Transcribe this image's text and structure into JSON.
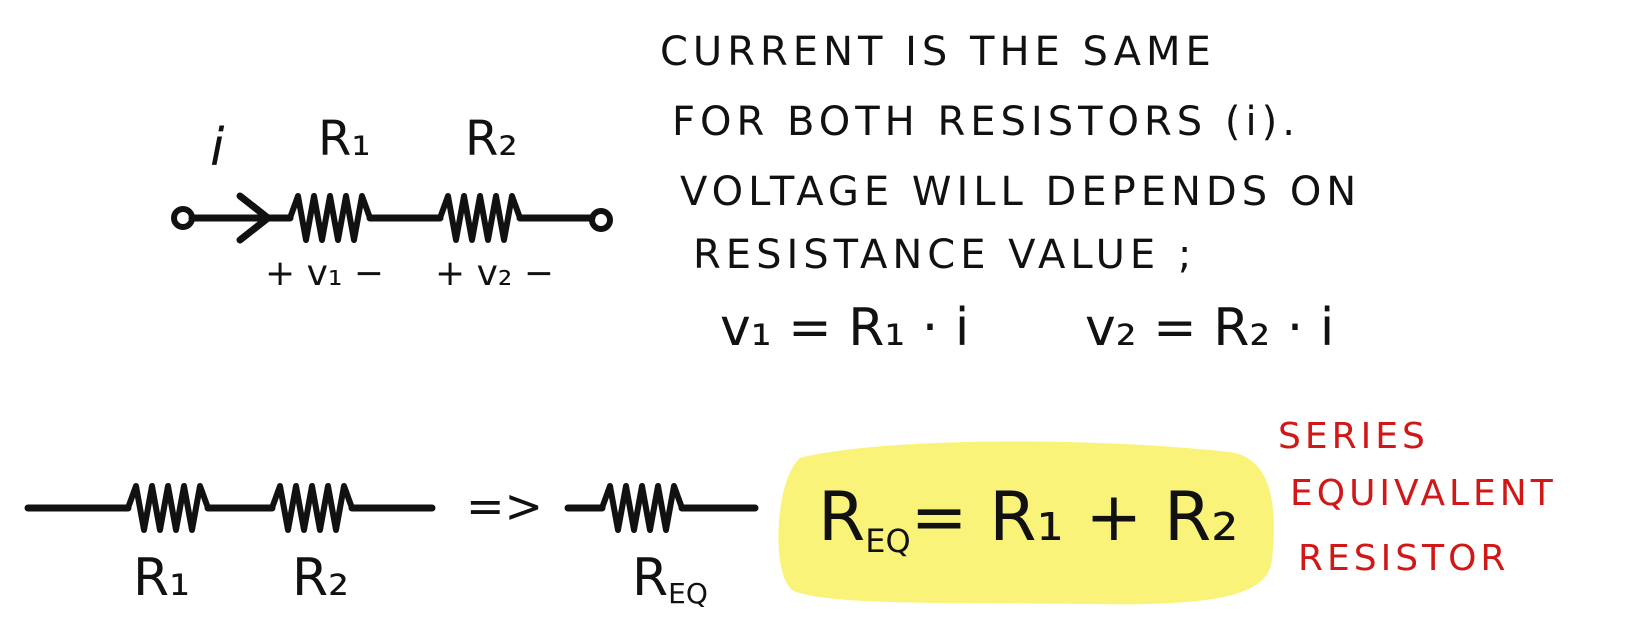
{
  "notes": {
    "line1": "CURRENT IS THE SAME",
    "line2": "FOR BOTH RESISTORS (i).",
    "line3": "VOLTAGE WILL DEPENDS ON",
    "line4": "RESISTANCE VALUE ;",
    "eq1": "v₁ = R₁ · i",
    "eq2": "v₂ = R₂ · i"
  },
  "circuit_top": {
    "current_label": "i",
    "r1_label": "R₁",
    "r2_label": "R₂",
    "v1_label": "+ v₁ −",
    "v2_label": "+ v₂ −"
  },
  "circuit_bottom": {
    "r1_label": "R₁",
    "r2_label": "R₂",
    "arrow": "=>",
    "req_label": "R",
    "req_sub": "EQ"
  },
  "formula": {
    "lhs": "R",
    "lhs_sub": "EQ",
    "rhs": "= R₁ + R₂",
    "highlight_color": "#faf37a"
  },
  "annotation": {
    "line1": "SERIES",
    "line2": "EQUIVALENT",
    "line3": "RESISTOR",
    "color": "#d01818"
  }
}
